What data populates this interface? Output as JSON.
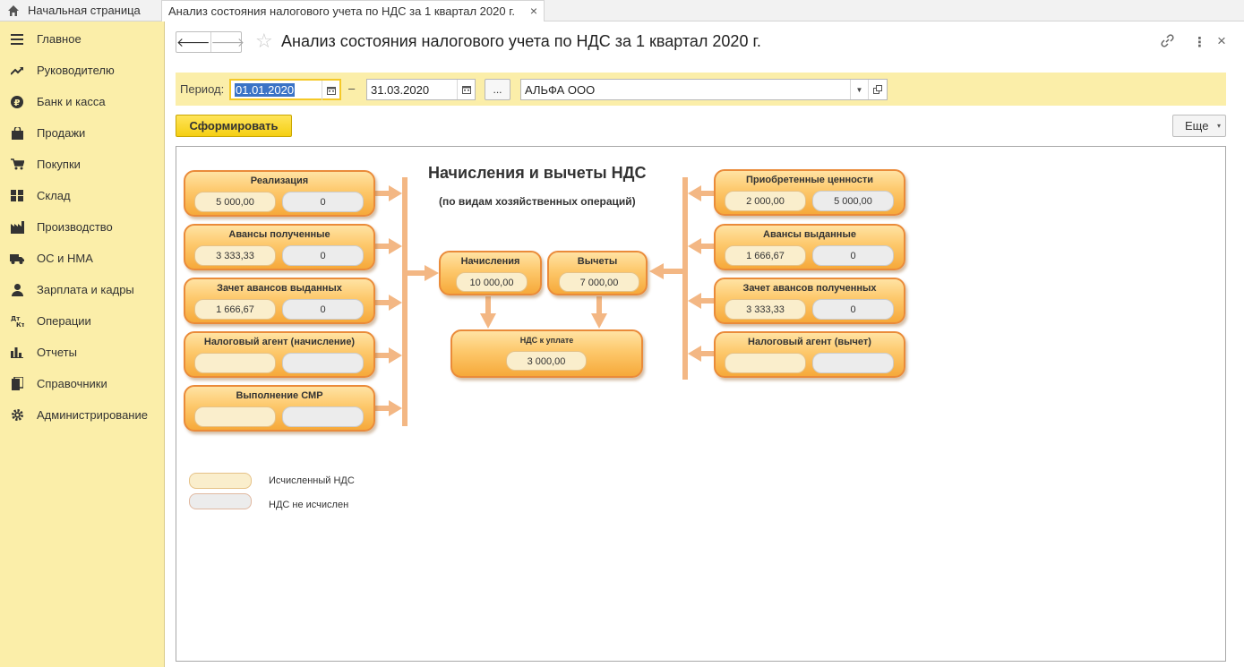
{
  "tabs": {
    "home_label": "Начальная страница",
    "active_label": "Анализ состояния налогового учета по НДС за 1 квартал 2020 г.",
    "close_glyph": "×"
  },
  "sidebar": {
    "items": [
      {
        "label": "Главное",
        "icon": "menu-lines-icon"
      },
      {
        "label": "Руководителю",
        "icon": "trend-up-icon"
      },
      {
        "label": "Банк и касса",
        "icon": "ruble-coin-icon"
      },
      {
        "label": "Продажи",
        "icon": "shopping-bag-icon"
      },
      {
        "label": "Покупки",
        "icon": "cart-icon"
      },
      {
        "label": "Склад",
        "icon": "warehouse-grid-icon"
      },
      {
        "label": "Производство",
        "icon": "factory-icon"
      },
      {
        "label": "ОС и НМА",
        "icon": "truck-icon"
      },
      {
        "label": "Зарплата и кадры",
        "icon": "person-icon"
      },
      {
        "label": "Операции",
        "icon": "dt-kt-icon"
      },
      {
        "label": "Отчеты",
        "icon": "bar-chart-icon"
      },
      {
        "label": "Справочники",
        "icon": "books-icon"
      },
      {
        "label": "Администрирование",
        "icon": "gear-icon"
      }
    ]
  },
  "header": {
    "back_glyph": "🡐",
    "forward_glyph": "🡒",
    "star_glyph": "☆",
    "title": "Анализ состояния налогового учета по НДС за 1 квартал 2020 г.",
    "link_glyph": "🔗",
    "menu_glyph": "⋮",
    "close_glyph": "×"
  },
  "period": {
    "label": "Период:",
    "start": "01.01.2020",
    "dash": "–",
    "end": "31.03.2020",
    "dots_label": "...",
    "organization": "АЛЬФА ООО"
  },
  "toolbar": {
    "generate_label": "Сформировать",
    "more_label": "Еще",
    "more_caret": "▾"
  },
  "diagram": {
    "title": "Начисления и вычеты НДС",
    "subtitle": "(по видам хозяйственных операций)",
    "left": [
      {
        "label": "Реализация",
        "v1": "5 000,00",
        "v2": "0",
        "state": "calc"
      },
      {
        "label": "Авансы полученные",
        "v1": "3 333,33",
        "v2": "0",
        "state": "calc"
      },
      {
        "label": "Зачет авансов выданных",
        "v1": "1 666,67",
        "v2": "0",
        "state": "calc"
      },
      {
        "label": "Налоговый агент (начисление)",
        "v1": "",
        "v2": "",
        "state": "calc"
      },
      {
        "label": "Выполнение СМР",
        "v1": "",
        "v2": "",
        "state": "calc"
      }
    ],
    "right": [
      {
        "label": "Приобретенные ценности",
        "v1": "2 000,00",
        "v2": "5 000,00",
        "state": "calc"
      },
      {
        "label": "Авансы выданные",
        "v1": "1 666,67",
        "v2": "0",
        "state": "calc"
      },
      {
        "label": "Зачет авансов полученных",
        "v1": "3 333,33",
        "v2": "0",
        "state": "calc"
      },
      {
        "label": "Налоговый агент (вычет)",
        "v1": "",
        "v2": "",
        "state": "calc"
      }
    ],
    "accruals": {
      "label": "Начисления",
      "value": "10 000,00"
    },
    "deductions": {
      "label": "Вычеты",
      "value": "7 000,00"
    },
    "payable": {
      "label": "НДС к уплате",
      "value": "3 000,00"
    }
  },
  "legend": {
    "calculated": "Исчисленный НДС",
    "not_calculated": "НДС не исчислен"
  },
  "colors": {
    "sidebar_bg": "#fbeea9",
    "card_border": "#ea8b3a",
    "arrow": "#f3b784",
    "generate_button": "#f5cf12"
  }
}
